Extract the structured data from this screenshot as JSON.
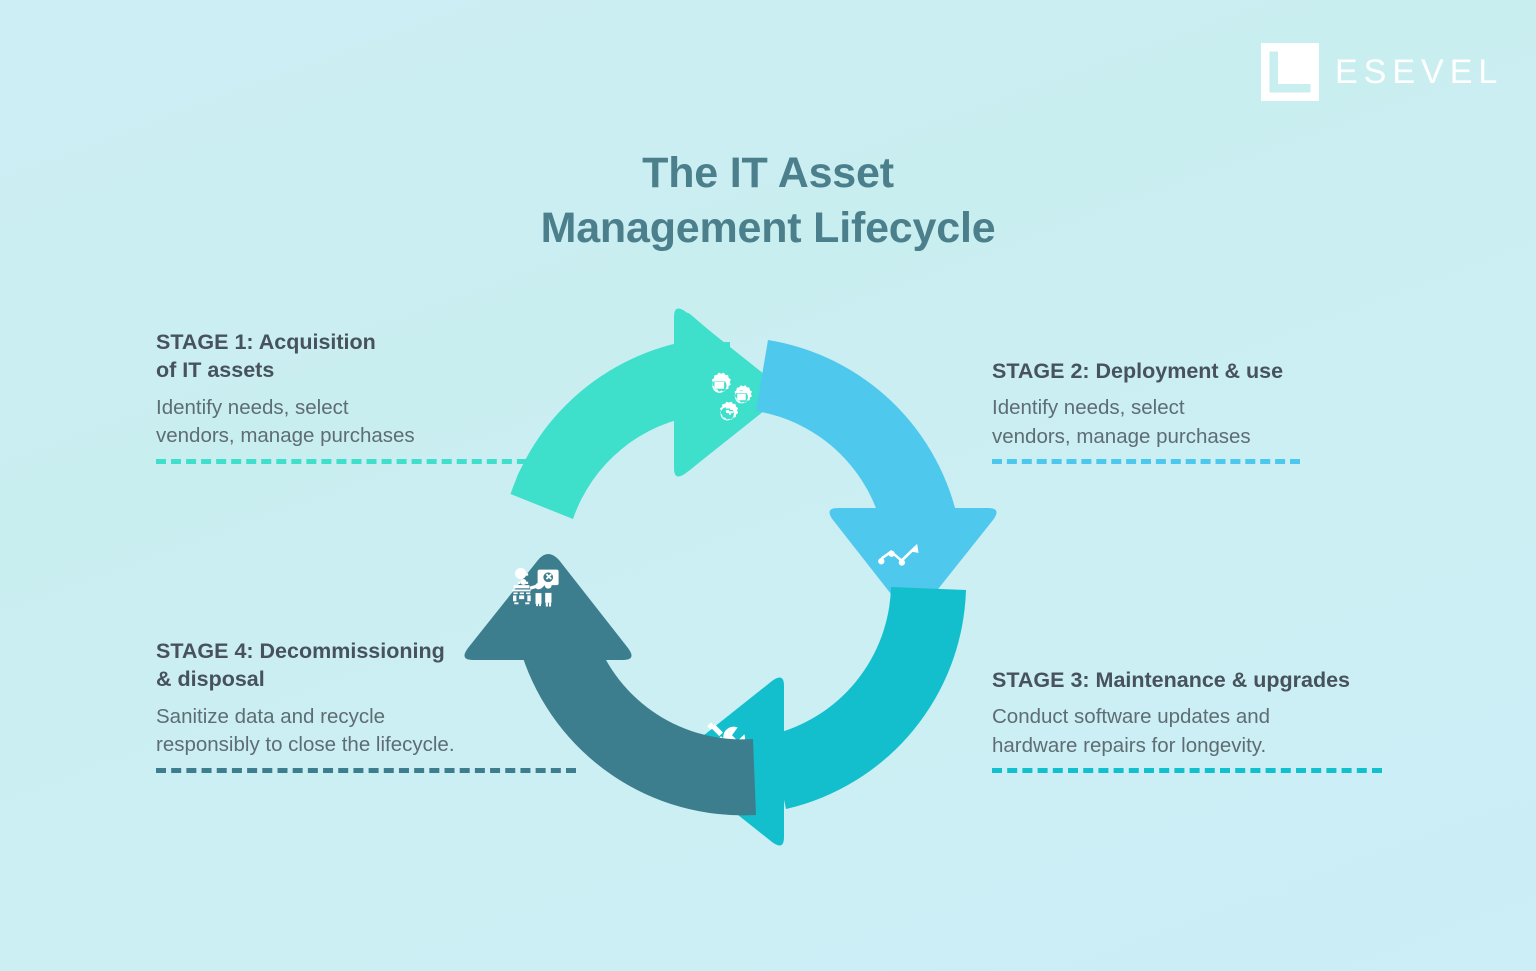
{
  "brand": {
    "name": "ESEVEL",
    "mark_icon": "esevel-square-spiral-logo",
    "color": "#ffffff"
  },
  "header": {
    "title_line1": "The IT Asset",
    "title_line2": "Management Lifecycle",
    "title_color": "#4c7f8c"
  },
  "background": {
    "color": "#cbeef5"
  },
  "diagram": {
    "type": "cycle",
    "shape": "four-quadrant-circular-arrow-loop",
    "direction": "clockwise",
    "quadrants": [
      {
        "stage": "1",
        "position": "top",
        "arrow_direction": "right",
        "color": "#3edfcb",
        "icon": "gears-shop-box-dollar-icon"
      },
      {
        "stage": "2",
        "position": "right",
        "arrow_direction": "down",
        "color": "#4fc8ee",
        "icon": "line-chart-growth-icon"
      },
      {
        "stage": "3",
        "position": "bottom",
        "arrow_direction": "left",
        "color": "#13bfcc",
        "icon": "wrench-screwdriver-icon"
      },
      {
        "stage": "4",
        "position": "left",
        "arrow_direction": "up",
        "color": "#3d7e8e",
        "icon": "people-machine-decommission-icon"
      }
    ]
  },
  "stages": [
    {
      "id": "stage1",
      "heading": "STAGE 1: Acquisition\nof IT assets",
      "body": "Identify needs, select\nvendors, manage purchases",
      "rule_color": "#3fdfcb"
    },
    {
      "id": "stage2",
      "heading": "STAGE 2: Deployment & use",
      "body": "Identify needs, select\nvendors, manage purchases",
      "rule_color": "#4cc7ee"
    },
    {
      "id": "stage3",
      "heading": "STAGE 3: Maintenance & upgrades",
      "body": "Conduct software updates and\nhardware repairs for longevity.",
      "rule_color": "#12bfcc"
    },
    {
      "id": "stage4",
      "heading": "STAGE 4: Decommissioning\n& disposal",
      "body": "Sanitize data and recycle\nresponsibly to close the lifecycle.",
      "rule_color": "#3d7e8e"
    }
  ]
}
